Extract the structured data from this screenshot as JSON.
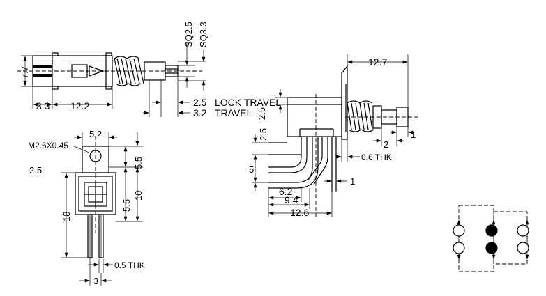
{
  "top_view": {
    "dims": {
      "height": "7.7",
      "left": "3.3",
      "body": "12.2"
    },
    "stem": {
      "sq_small": "SQ2.5",
      "sq_large": "SQ3.3"
    },
    "travel": {
      "lock_value": "2.5",
      "lock_label": "LOCK TRAVEL",
      "travel_value": "3.2",
      "travel_label": "TRAVEL"
    }
  },
  "front_view": {
    "labels": {
      "screw": "M2.6X0.45",
      "width": "5.2",
      "left_offset": "2.5"
    },
    "dims": {
      "upper": "5.5",
      "lower": "5.5",
      "mid": "10",
      "height": "18",
      "pitch": "3",
      "thickness": "0.5 THK"
    }
  },
  "side_view": {
    "dims": {
      "overall": "12.7",
      "top_2_5": "2.5",
      "left_2_5": "2.5",
      "pin_5": "5",
      "gap_2": "2",
      "gap_1a": "1",
      "thk": "0.6 THK",
      "gap_1b": "1",
      "d62": "6.2",
      "d94": "9.4",
      "d126": "12.6"
    }
  },
  "pinout": {
    "rows": [
      [
        {
          "filled": false
        },
        {
          "filled": true
        },
        {
          "filled": false
        }
      ],
      [
        {
          "filled": false
        },
        {
          "filled": true
        },
        {
          "filled": false
        }
      ]
    ]
  }
}
